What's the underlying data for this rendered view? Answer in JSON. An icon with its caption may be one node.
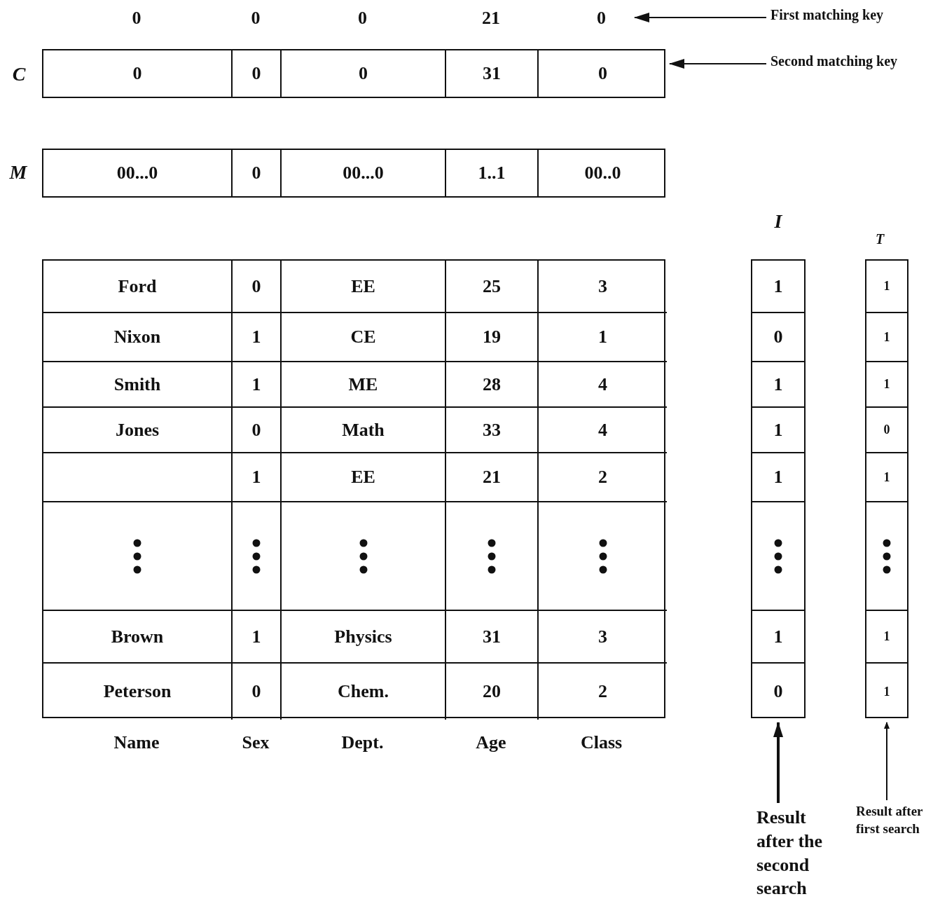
{
  "diagram": {
    "nodes": [
      {
        "text": [
          "0",
          "0",
          "0",
          "21",
          "0"
        ]
      },
      {
        "text": [
          "First matching key"
        ]
      },
      {
        "text": [
          "0",
          "0",
          "0",
          "31",
          "0"
        ],
        "beside": [
          "C"
        ]
      },
      {
        "text": [
          "Second matching key"
        ]
      },
      {
        "text": [
          "00...0",
          "0",
          "00...0",
          "1..1",
          "00..0"
        ],
        "beside": [
          "M"
        ]
      },
      {
        "text": [
          "1",
          "0",
          "1",
          "1",
          "1",
          "1",
          "0"
        ],
        "beside": [
          "I"
        ]
      },
      {
        "text": [
          "1",
          "1",
          "1",
          "0",
          "1",
          "1",
          "1"
        ],
        "beside": [
          "T"
        ]
      },
      {
        "text": [
          "Result after the second search"
        ]
      },
      {
        "text": [
          "Result after first search"
        ]
      }
    ],
    "edges": [
      {
        "from": 1,
        "to": 0,
        "arrow": "to"
      },
      {
        "from": 3,
        "to": 2,
        "arrow": "to"
      },
      {
        "from": 7,
        "to": 5,
        "arrow": "to",
        "style": "thick"
      },
      {
        "from": 8,
        "to": 6,
        "arrow": "to"
      }
    ],
    "labels": [
      "Ford",
      "0",
      "EE",
      "25",
      "3",
      "Nixon",
      "1",
      "CE",
      "19",
      "1",
      "Smith",
      "1",
      "ME",
      "28",
      "4",
      "Jones",
      "0",
      "Math",
      "33",
      "4",
      "1",
      "EE",
      "21",
      "2",
      "Brown",
      "1",
      "Physics",
      "31",
      "3",
      "Peterson",
      "0",
      "Chem.",
      "20",
      "2",
      "Name",
      "Sex",
      "Dept.",
      "Age",
      "Class"
    ]
  }
}
